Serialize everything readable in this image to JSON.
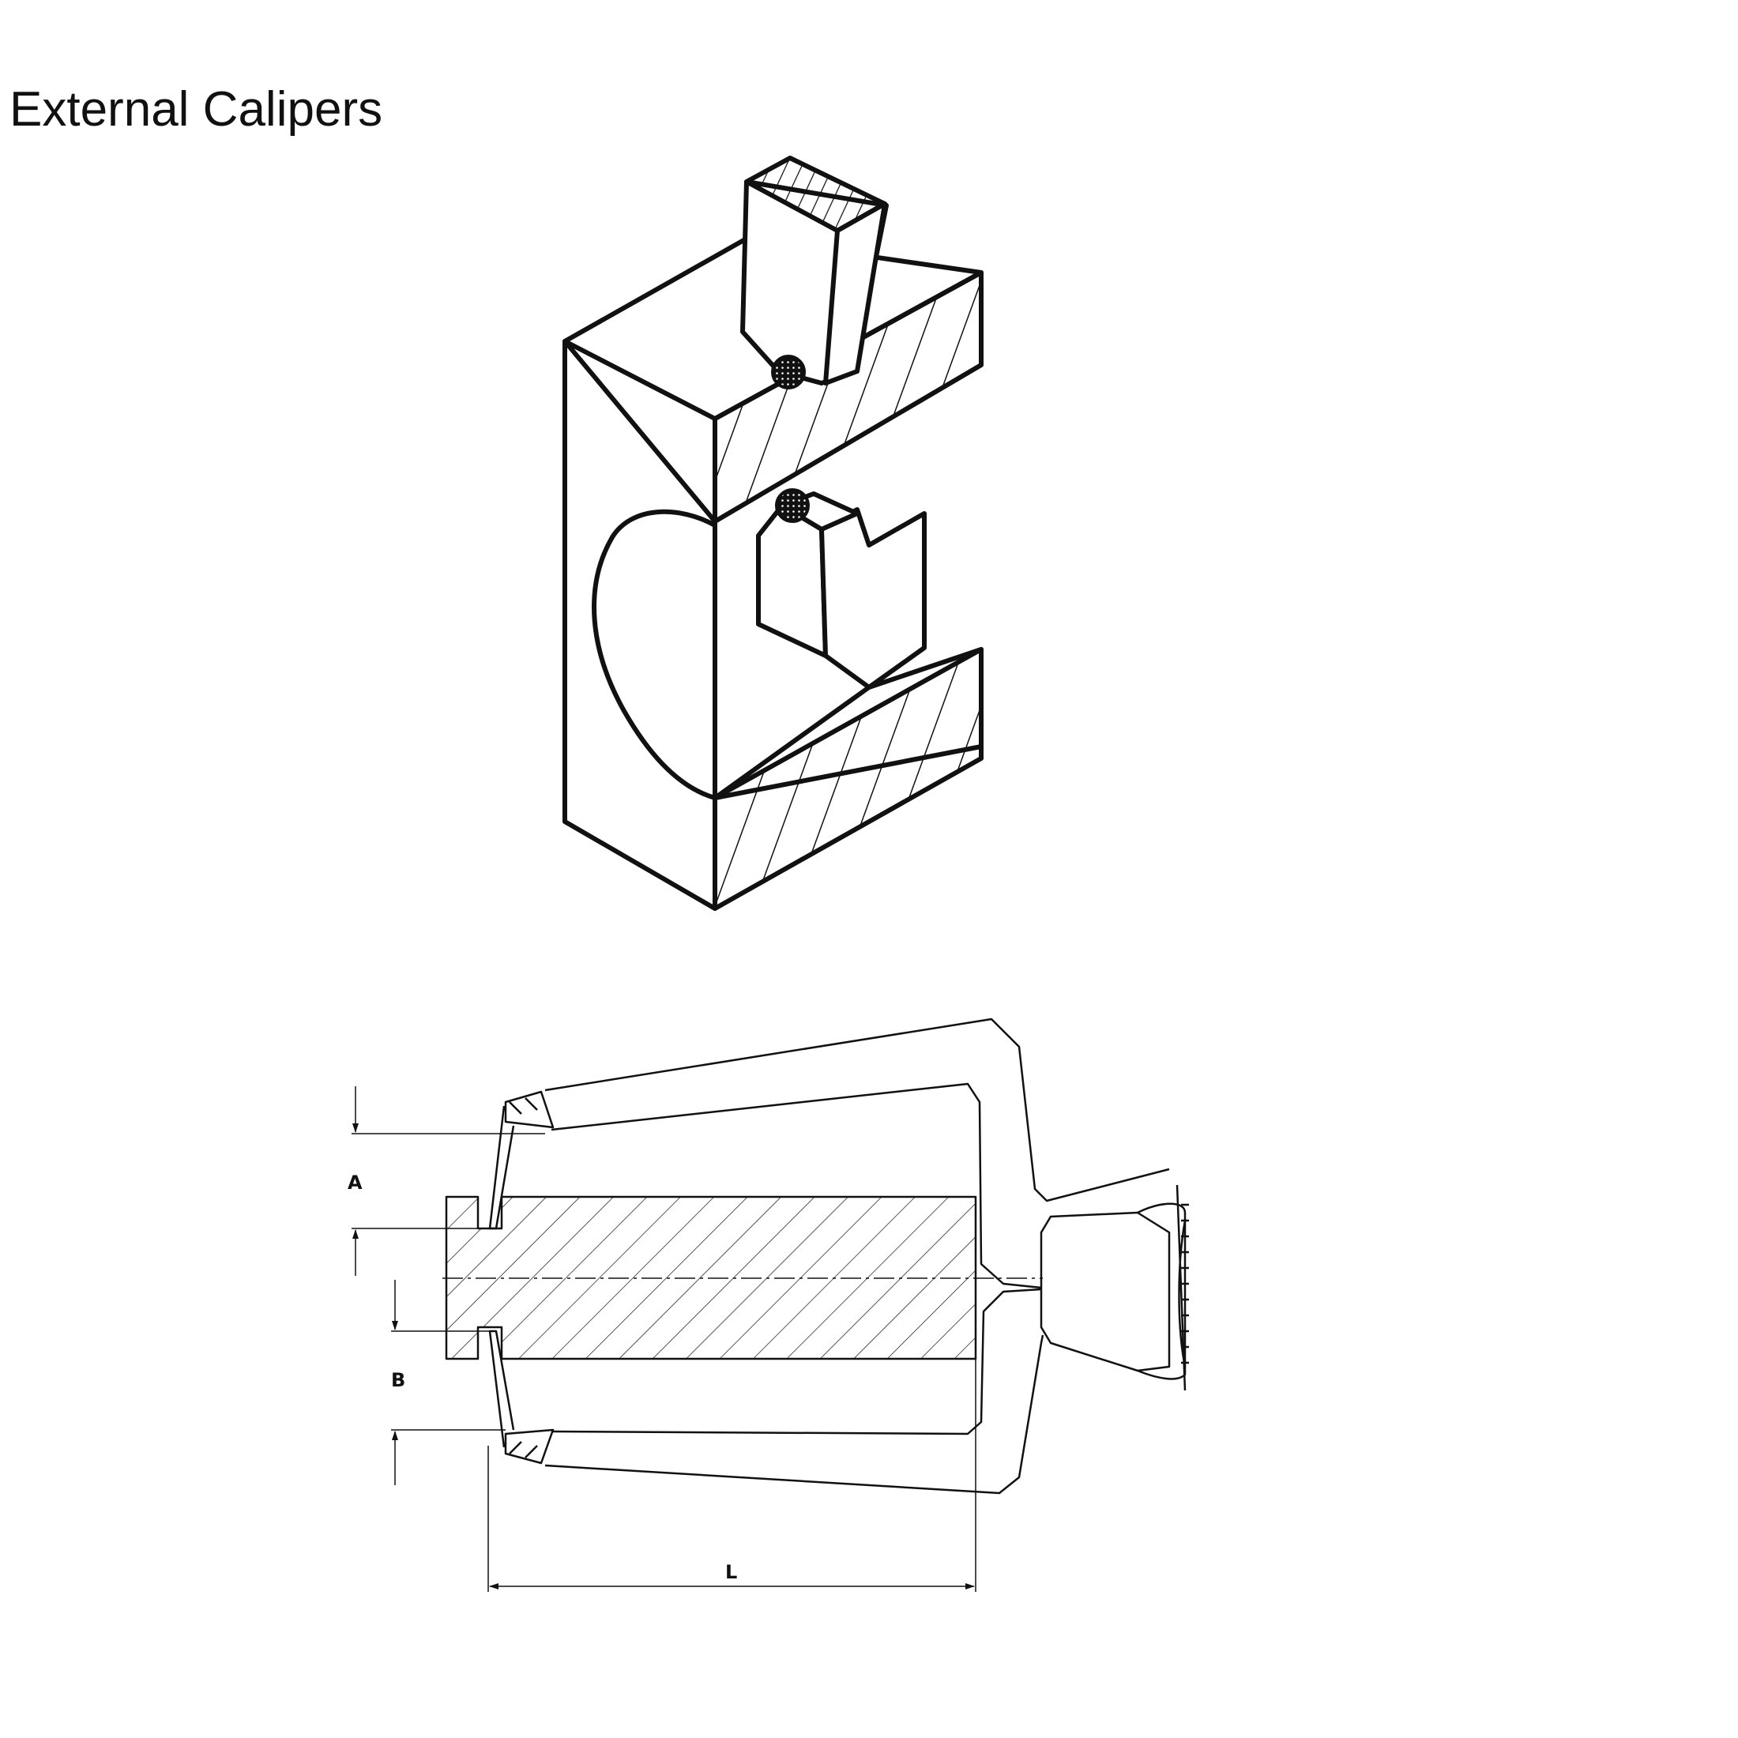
{
  "title": "External Calipers",
  "dimensions": {
    "a": "A",
    "b": "B",
    "l": "L"
  },
  "colors": {
    "ink": "#111111",
    "background": "#ffffff"
  }
}
